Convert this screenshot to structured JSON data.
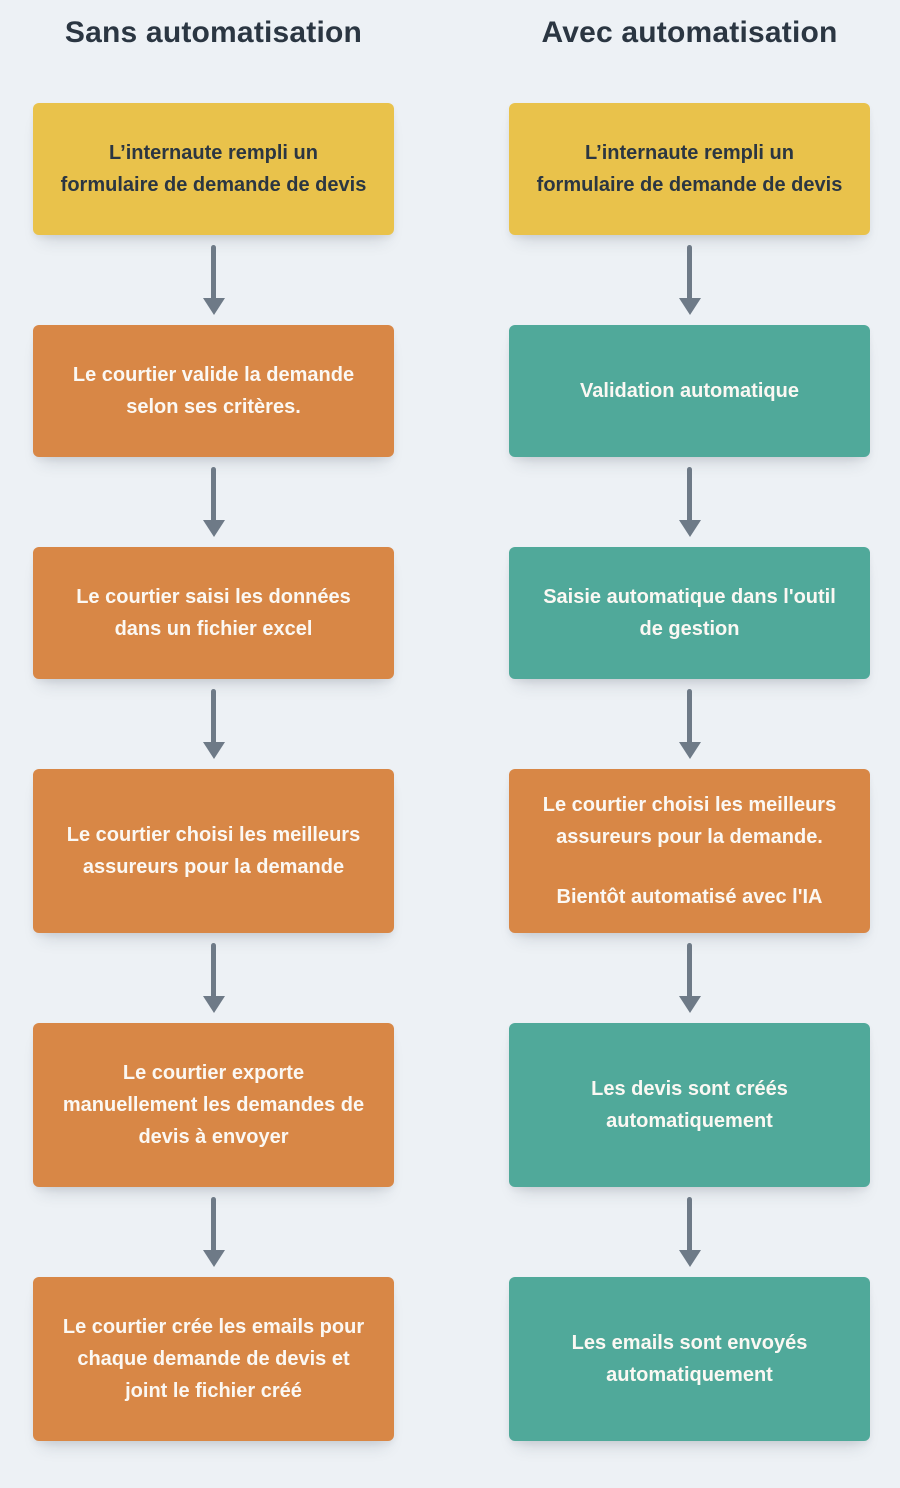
{
  "diagram": {
    "background_color": "#edf1f5",
    "arrow_color": "#6e7a87",
    "arrow_icon": "down-arrow",
    "colors": {
      "start_step": "#e9c24b",
      "manual_step": "#d88746",
      "auto_step": "#50a99a",
      "dark_text": "#2b3642",
      "light_text": "#fbf8f3"
    },
    "columns": [
      {
        "title": "Sans automatisation",
        "steps": [
          {
            "type": "start",
            "text": "L’internaute rempli un formulaire de demande de devis"
          },
          {
            "type": "manual",
            "text": "Le courtier valide la demande selon ses critères."
          },
          {
            "type": "manual",
            "text": "Le courtier saisi les données dans un fichier excel"
          },
          {
            "type": "manual",
            "text": "Le courtier choisi les meilleurs assureurs pour la demande"
          },
          {
            "type": "manual",
            "text": "Le courtier exporte manuellement les demandes de devis à envoyer"
          },
          {
            "type": "manual",
            "text": "Le courtier crée les emails pour chaque demande de devis et joint le fichier créé"
          }
        ]
      },
      {
        "title": "Avec automatisation",
        "steps": [
          {
            "type": "start",
            "text": "L’internaute rempli un formulaire de demande de devis"
          },
          {
            "type": "auto",
            "text": "Validation automatique"
          },
          {
            "type": "auto",
            "text": "Saisie automatique dans l'outil de gestion"
          },
          {
            "type": "manual",
            "text": "Le courtier choisi les meilleurs assureurs pour la demande.",
            "text2": "Bientôt automatisé avec l'IA"
          },
          {
            "type": "auto",
            "text": "Les devis sont créés automatiquement"
          },
          {
            "type": "auto",
            "text": "Les emails sont envoyés automatiquement"
          }
        ]
      }
    ]
  }
}
